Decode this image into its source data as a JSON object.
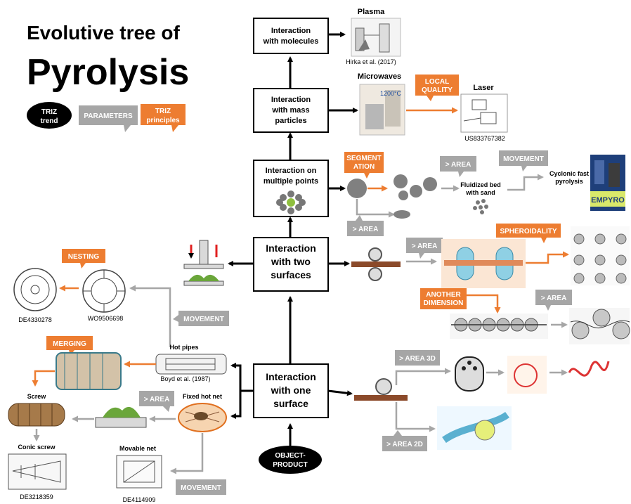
{
  "title": {
    "line1": "Evolutive tree of",
    "line2": "Pyrolysis"
  },
  "legend": {
    "triz_trend": [
      "TRIZ",
      "trend"
    ],
    "parameters": "PARAMETERS",
    "triz_principles": [
      "TRIZ",
      "principles"
    ]
  },
  "root": {
    "label": [
      "OBJECT-",
      "PRODUCT"
    ]
  },
  "stages": {
    "one_surface": [
      "Interaction",
      "with one",
      "surface"
    ],
    "two_surfaces": [
      "Interaction",
      "with two",
      "surfaces"
    ],
    "multiple_points": [
      "Interaction on",
      "multiple points"
    ],
    "mass_particles": [
      "Interaction",
      "with mass",
      "particles"
    ],
    "molecules": [
      "Interaction",
      "with molecules"
    ]
  },
  "labels": {
    "plasma": "Plasma",
    "hirka": "Hirka et al. (2017)",
    "microwaves": "Microwaves",
    "laser": "Laser",
    "laser_patent": "US833767382",
    "microwave_temp": "1200°C",
    "fluidized_bed": [
      "Fluidized bed",
      "with sand"
    ],
    "cyclonic": [
      "Cyclonic fast",
      "pyrolysis"
    ],
    "hot_pipes": "Hot pipes",
    "boyd": "Boyd et al. (1987)",
    "fixed_hot_net": "Fixed hot net",
    "screw": "Screw",
    "conic_screw": "Conic screw",
    "de3218359": "DE3218359",
    "movable_net": "Movable net",
    "de4114909": "DE4114909",
    "de4330278": "DE4330278",
    "wo9506698": "WO9506698",
    "empyro": "EMPYRO"
  },
  "parameters": {
    "area_multi_top": "> AREA",
    "movement_multi": "MOVEMENT",
    "area_multi_bottom": "> AREA",
    "area_two": "> AREA",
    "area_two_right": "> AREA",
    "area_3d": "> AREA 3D",
    "area_2d": "> AREA 2D",
    "movement_left": "MOVEMENT",
    "area_left": "> AREA",
    "movement_bottom": "MOVEMENT"
  },
  "principles": {
    "local_quality": [
      "LOCAL",
      "QUALITY"
    ],
    "segmentation": [
      "SEGMENT",
      "ATION"
    ],
    "spheroidality": "SPHEROIDALITY",
    "another_dimension": [
      "ANOTHER",
      "DIMENSION"
    ],
    "nesting": "NESTING",
    "merging": "MERGING"
  },
  "colors": {
    "orange": "#ed7d31",
    "grey": "#a6a6a6",
    "black": "#000000"
  }
}
